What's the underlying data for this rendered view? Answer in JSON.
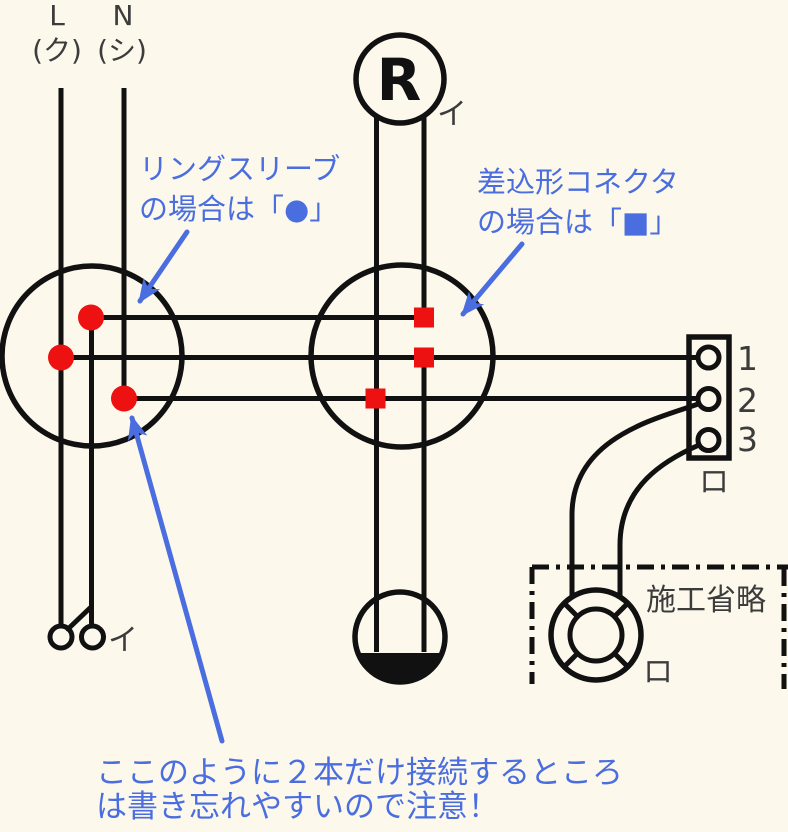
{
  "colors": {
    "background": "#FDF8EC",
    "wire": "#111111",
    "label_gray": "#3C3C3C",
    "annotation_blue": "#4A6EE0",
    "connection_red": "#EE1111"
  },
  "source": {
    "live_label": "L",
    "live_note": "(ク)",
    "neutral_label": "N",
    "neutral_note": "(シ)"
  },
  "lamp_r": {
    "symbol": "R",
    "circuit_label": "イ"
  },
  "switches": {
    "circuit_label": "イ"
  },
  "terminal_block": {
    "terminals": [
      "1",
      "2",
      "3"
    ],
    "circuit_label": "ロ"
  },
  "omitted_section": {
    "caption": "施工省略",
    "lamp_circuit_label": "ロ"
  },
  "annotations": {
    "ring_sleeve": {
      "line1": "リングスリーブ",
      "line2": "の場合は「●」"
    },
    "push_in_connector": {
      "line1": "差込形コネクタ",
      "line2": "の場合は「■」"
    },
    "note": {
      "line1": "ここのように２本だけ接続するところ",
      "line2": "は書き忘れやすいので注意！"
    }
  }
}
